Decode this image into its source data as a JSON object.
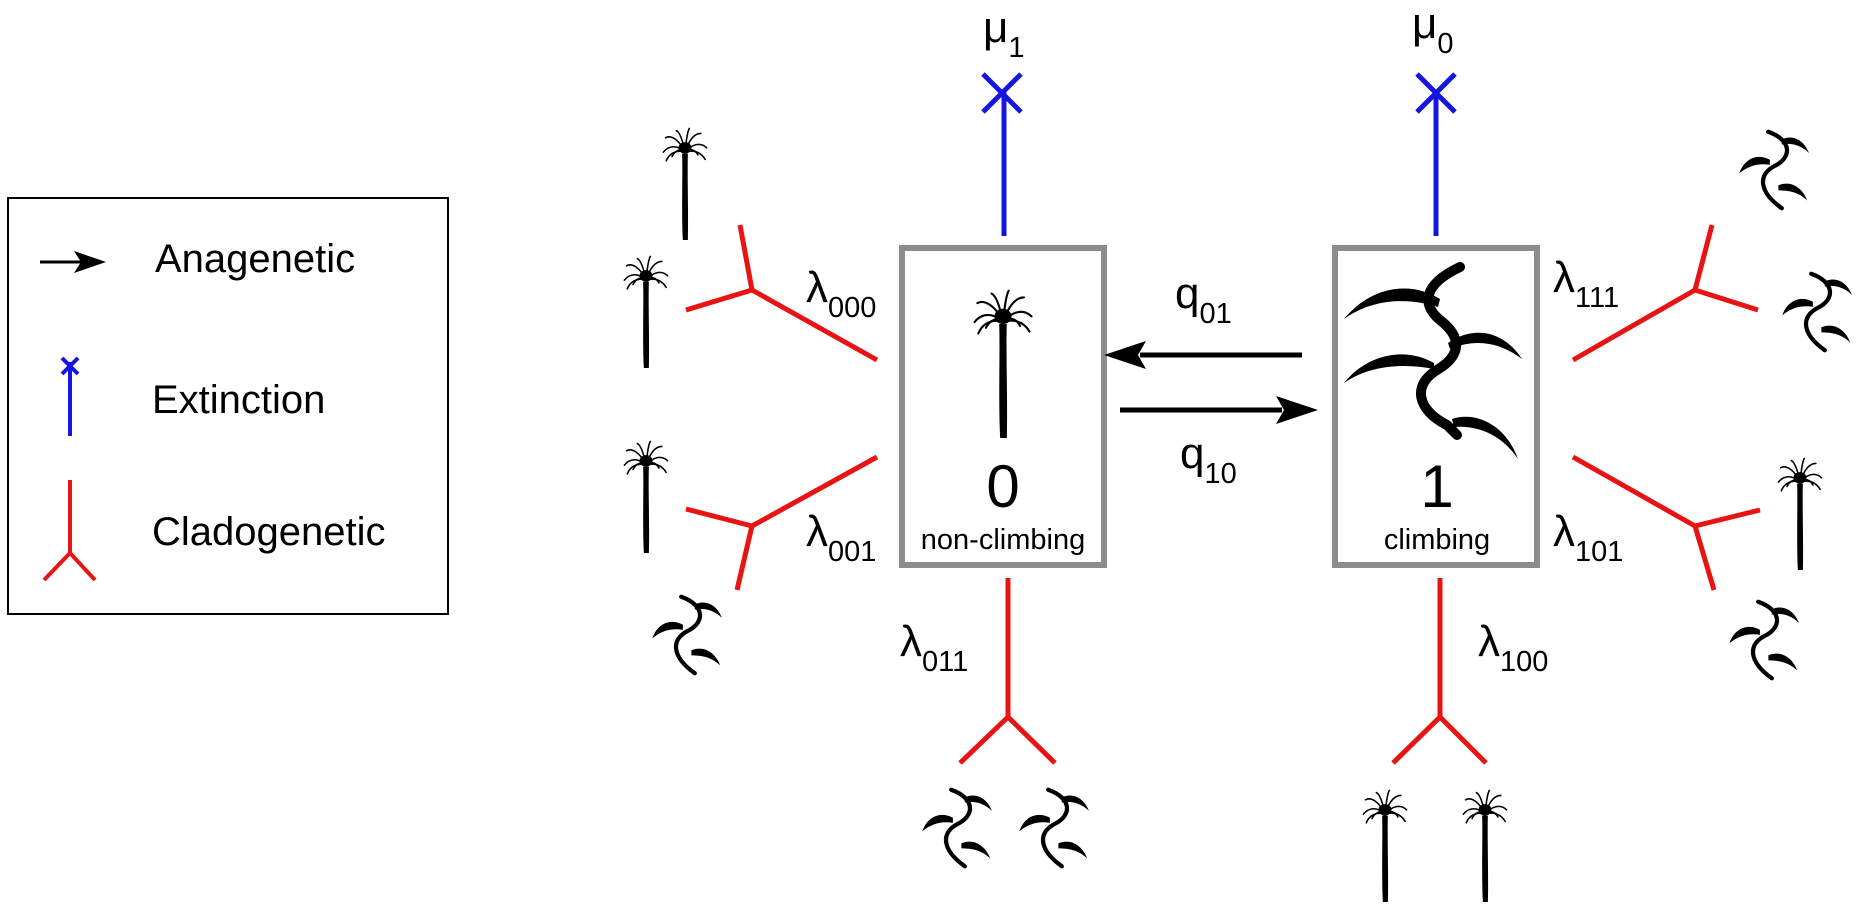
{
  "legend": {
    "items": [
      {
        "label": "Anagenetic"
      },
      {
        "label": "Extinction"
      },
      {
        "label": "Cladogenetic"
      }
    ]
  },
  "states": [
    {
      "number": "0",
      "name": "non-climbing",
      "icon": "palm-tree-icon"
    },
    {
      "number": "1",
      "name": "climbing",
      "icon": "climbing-palm-icon"
    }
  ],
  "rates": {
    "mu1": {
      "symbol": "μ",
      "sub": "1"
    },
    "mu0": {
      "symbol": "μ",
      "sub": "0"
    },
    "q01": {
      "symbol": "q",
      "sub": "01"
    },
    "q10": {
      "symbol": "q",
      "sub": "10"
    },
    "l000": {
      "symbol": "λ",
      "sub": "000"
    },
    "l001": {
      "symbol": "λ",
      "sub": "001"
    },
    "l011": {
      "symbol": "λ",
      "sub": "011"
    },
    "l111": {
      "symbol": "λ",
      "sub": "111"
    },
    "l101": {
      "symbol": "λ",
      "sub": "101"
    },
    "l100": {
      "symbol": "λ",
      "sub": "100"
    }
  },
  "colors": {
    "anagenetic": "#000000",
    "extinction": "#1515e0",
    "cladogenetic": "#e81414",
    "box_border": "#8c8c8c"
  }
}
